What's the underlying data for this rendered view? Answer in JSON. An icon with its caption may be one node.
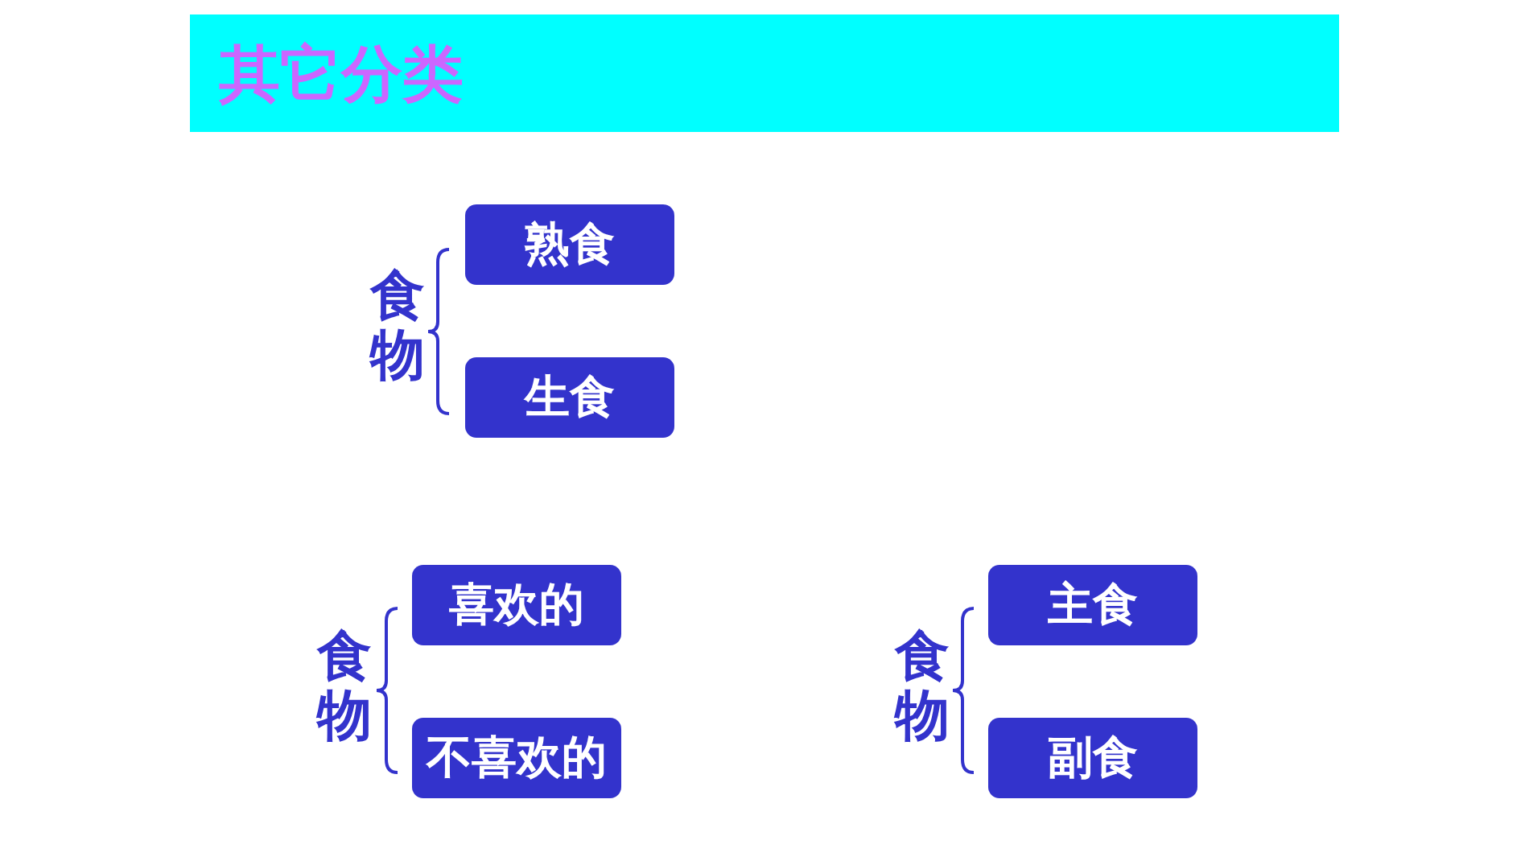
{
  "diagram": {
    "title": "其它分类",
    "nodes": [
      {
        "text": [
          "熟食"
        ]
      },
      {
        "text": [
          "生食"
        ]
      },
      {
        "text": [
          "喜欢的"
        ]
      },
      {
        "text": [
          "不喜欢的"
        ]
      },
      {
        "text": [
          "主食"
        ]
      },
      {
        "text": [
          "副食"
        ]
      }
    ],
    "labels": [
      "食物",
      "食物",
      "食物"
    ]
  }
}
